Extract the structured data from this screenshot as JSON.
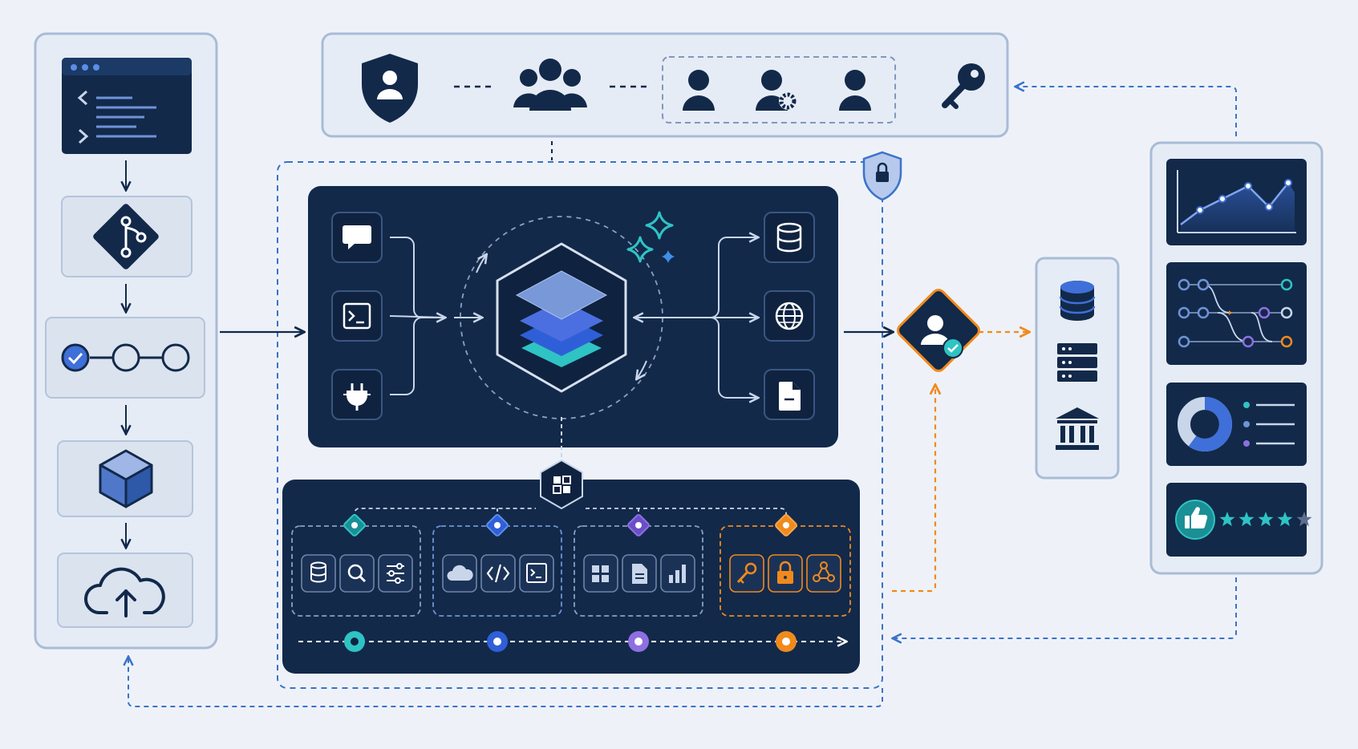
{
  "colors": {
    "background": "#eef2f8",
    "panel": "#e6ecf5",
    "panel_border": "#a9bbd6",
    "navy": "#12294a",
    "navy_border": "#2c4770",
    "accent_blue": "#3f6fd8",
    "accent_teal": "#2fc3c3",
    "accent_purple": "#8e6fe0",
    "accent_orange": "#f08a1c",
    "dashed_blue": "#3b72c9"
  },
  "pipeline": {
    "steps": [
      "code-editor-icon",
      "git-branch-icon",
      "stage-progress-icon",
      "package-cube-icon",
      "cloud-upload-icon"
    ]
  },
  "identity": {
    "icons": [
      "shield-user-icon",
      "team-icon",
      "user-icon",
      "user-settings-icon",
      "user-icon",
      "key-icon"
    ]
  },
  "core": {
    "inputs": [
      "chat-icon",
      "terminal-icon",
      "plug-icon"
    ],
    "center": "layers-stack-icon",
    "outputs": [
      "database-icon",
      "globe-icon",
      "file-icon"
    ],
    "lock": "shield-lock-icon",
    "sparkle": "sparkle-icon"
  },
  "modules": [
    {
      "accent": "teal",
      "icons": [
        "database-icon",
        "search-icon",
        "sliders-icon"
      ]
    },
    {
      "accent": "blue",
      "icons": [
        "cloud-icon",
        "code-icon",
        "terminal-icon"
      ]
    },
    {
      "accent": "purple",
      "icons": [
        "dashboard-grid-icon",
        "document-icon",
        "bar-chart-icon"
      ]
    },
    {
      "accent": "orange",
      "icons": [
        "key-icon",
        "lock-icon",
        "network-icon"
      ]
    }
  ],
  "auth": "user-verified-icon",
  "storage": [
    "database-icon",
    "server-icon",
    "bank-icon"
  ],
  "insights": [
    "line-chart-card",
    "flow-graph-card",
    "donut-chart-card",
    "rating-card"
  ],
  "rating": {
    "filled": 4,
    "total": 5
  }
}
